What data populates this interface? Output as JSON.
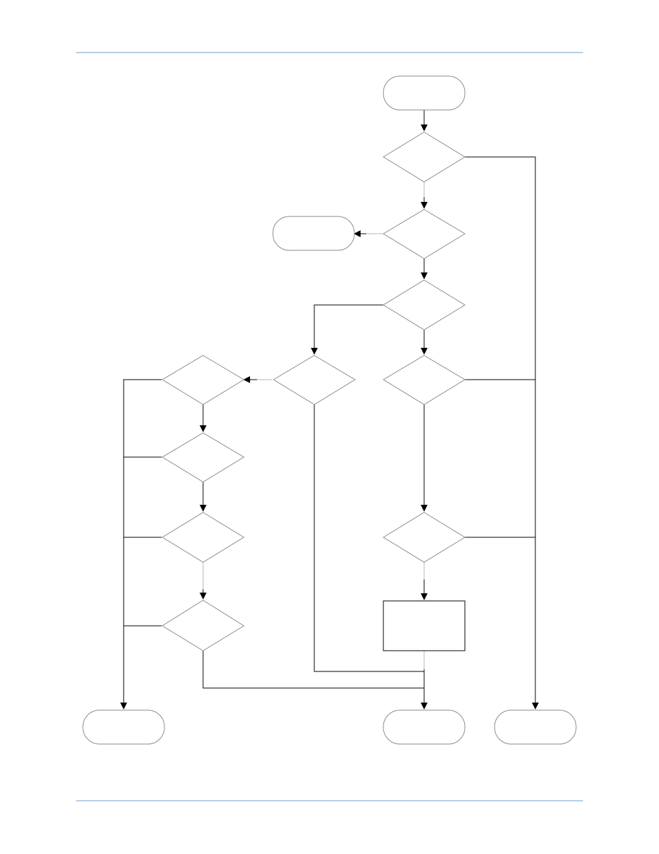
{
  "diagram": {
    "type": "flowchart",
    "nodes": [
      {
        "id": "start",
        "shape": "terminator",
        "label": ""
      },
      {
        "id": "decision-1",
        "shape": "decision",
        "label": ""
      },
      {
        "id": "decision-2",
        "shape": "decision",
        "label": ""
      },
      {
        "id": "side-terminal",
        "shape": "terminator",
        "label": ""
      },
      {
        "id": "decision-3",
        "shape": "decision",
        "label": ""
      },
      {
        "id": "decision-4",
        "shape": "decision",
        "label": ""
      },
      {
        "id": "decision-5",
        "shape": "decision",
        "label": ""
      },
      {
        "id": "decision-6",
        "shape": "decision",
        "label": ""
      },
      {
        "id": "decision-7",
        "shape": "decision",
        "label": ""
      },
      {
        "id": "decision-8",
        "shape": "decision",
        "label": ""
      },
      {
        "id": "decision-9",
        "shape": "decision",
        "label": ""
      },
      {
        "id": "decision-10",
        "shape": "decision",
        "label": ""
      },
      {
        "id": "process-box",
        "shape": "process",
        "label": ""
      },
      {
        "id": "end-left",
        "shape": "terminator",
        "label": ""
      },
      {
        "id": "end-center",
        "shape": "terminator",
        "label": ""
      },
      {
        "id": "end-right",
        "shape": "terminator",
        "label": ""
      }
    ],
    "edges": [
      {
        "from": "start",
        "to": "decision-1"
      },
      {
        "from": "decision-1",
        "to": "decision-2"
      },
      {
        "from": "decision-1",
        "to": "end-right"
      },
      {
        "from": "decision-2",
        "to": "side-terminal"
      },
      {
        "from": "decision-2",
        "to": "decision-3"
      },
      {
        "from": "decision-3",
        "to": "decision-4"
      },
      {
        "from": "decision-3",
        "to": "decision-5"
      },
      {
        "from": "decision-5",
        "to": "end-right"
      },
      {
        "from": "decision-5",
        "to": "decision-6"
      },
      {
        "from": "decision-6",
        "to": "end-right"
      },
      {
        "from": "decision-6",
        "to": "process-box"
      },
      {
        "from": "process-box",
        "to": "end-center"
      },
      {
        "from": "decision-4",
        "to": "decision-7"
      },
      {
        "from": "decision-4",
        "to": "end-center"
      },
      {
        "from": "decision-7",
        "to": "end-left"
      },
      {
        "from": "decision-7",
        "to": "decision-8"
      },
      {
        "from": "decision-8",
        "to": "end-left"
      },
      {
        "from": "decision-8",
        "to": "decision-9"
      },
      {
        "from": "decision-9",
        "to": "end-left"
      },
      {
        "from": "decision-9",
        "to": "decision-10"
      },
      {
        "from": "decision-10",
        "to": "end-left"
      },
      {
        "from": "decision-10",
        "to": "end-center"
      }
    ],
    "colors": {
      "header_rule": "#9dbedc",
      "node_outline": "#8a8a8a",
      "connector": "#000000",
      "faint_connector": "#b5b5b5"
    }
  }
}
